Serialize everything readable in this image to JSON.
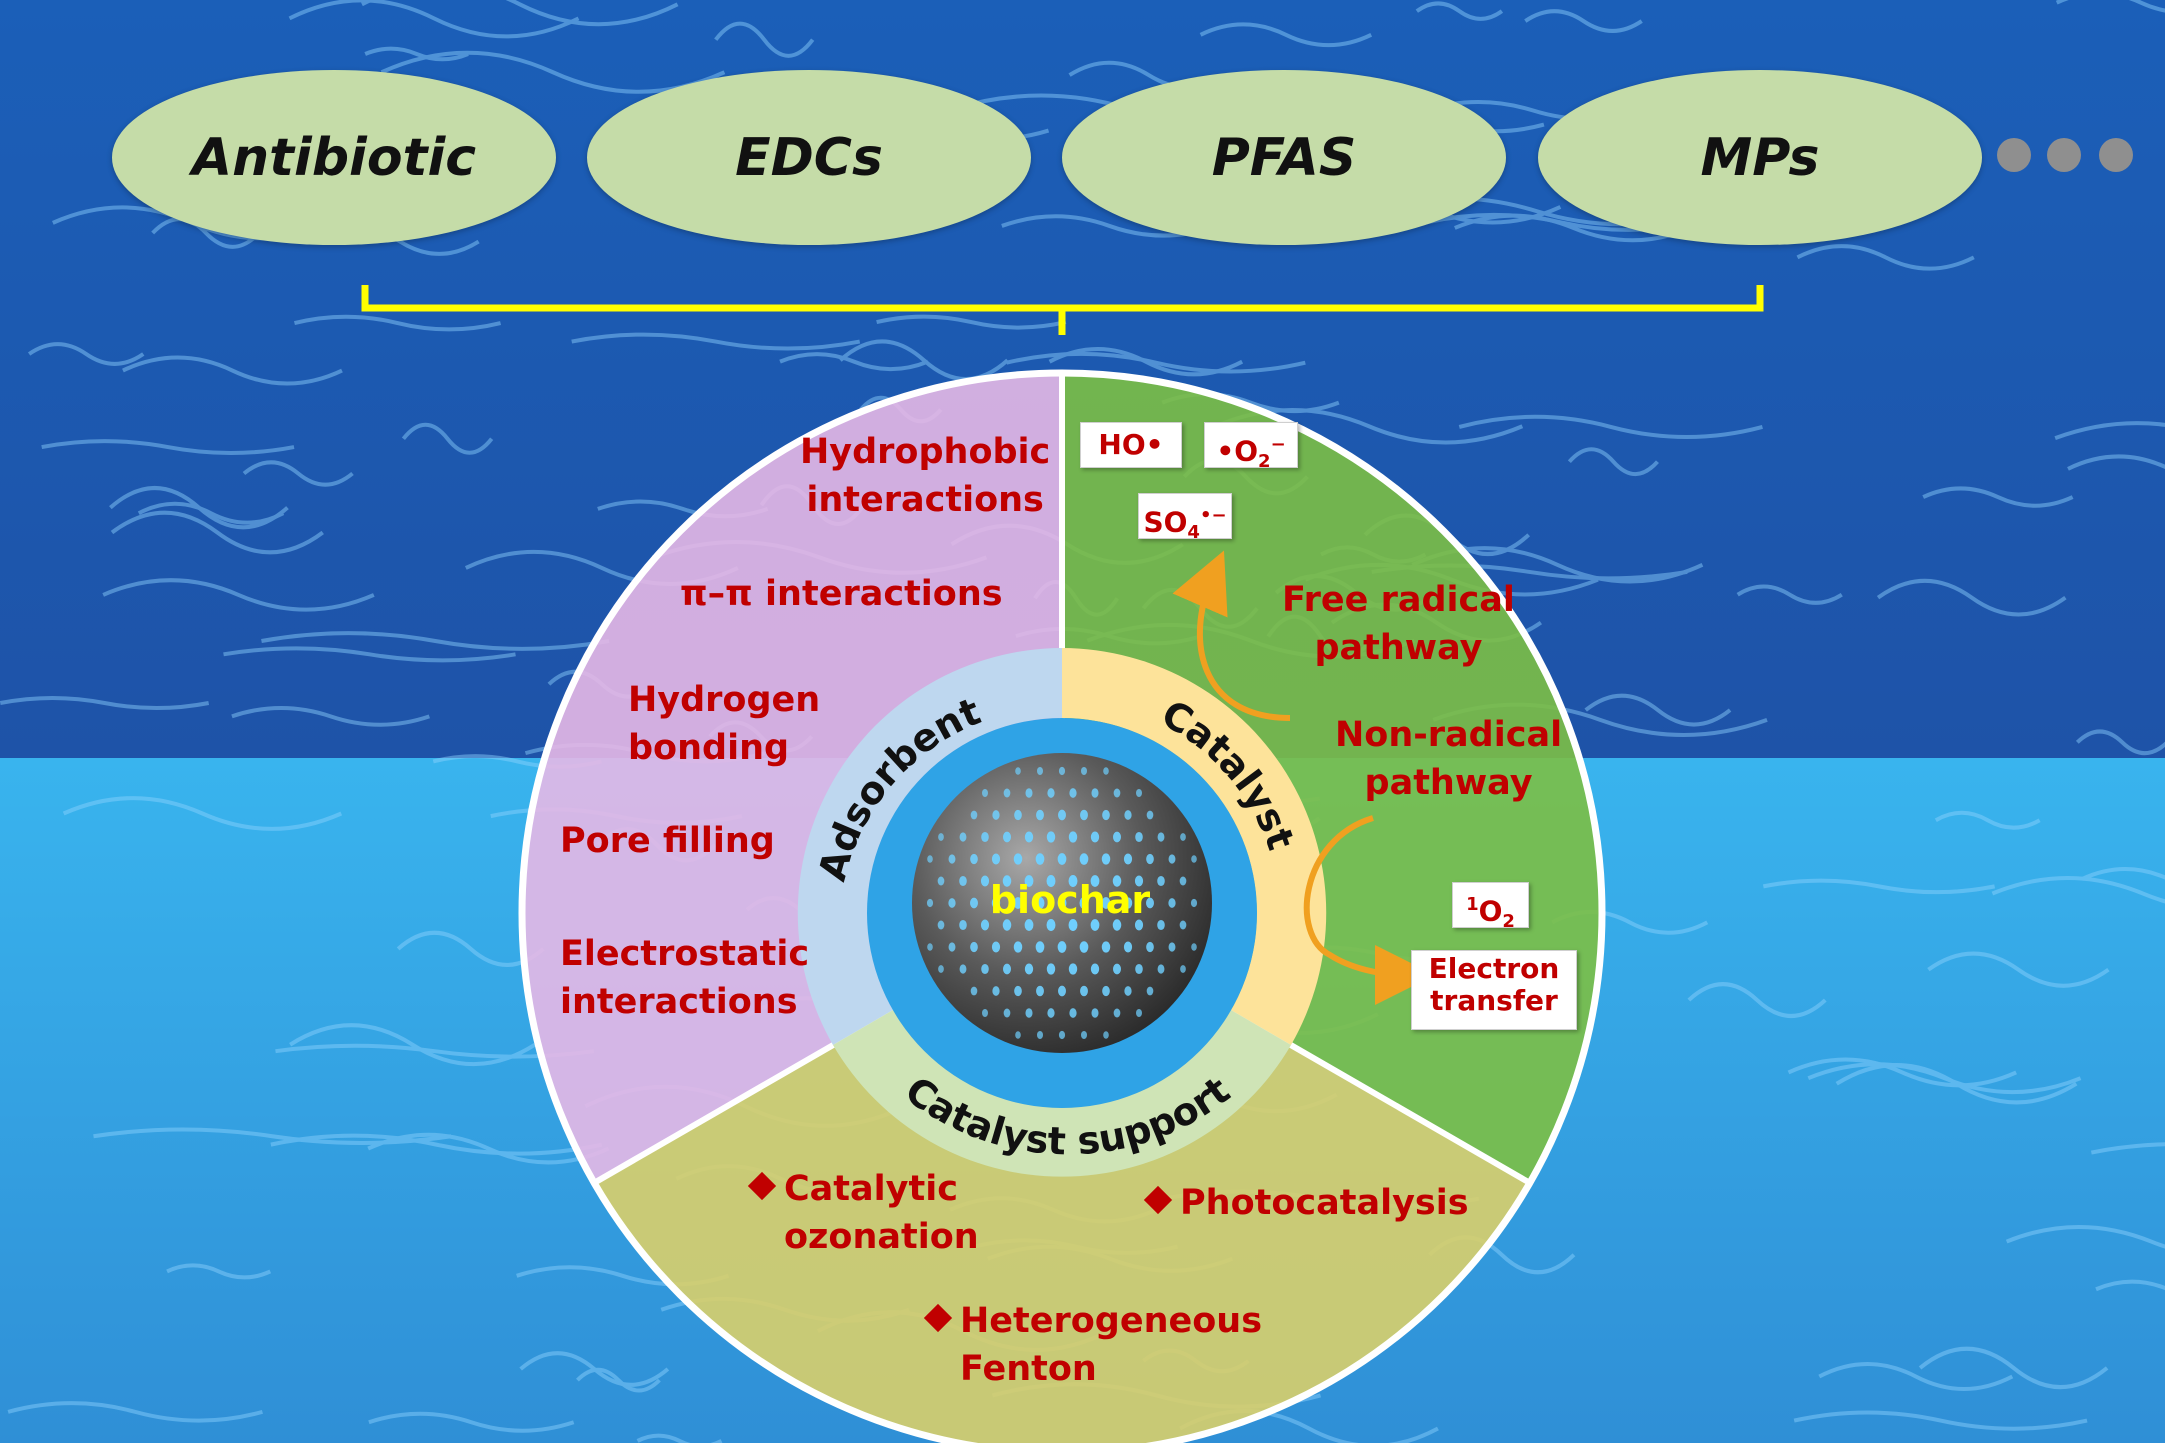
{
  "pollutants": [
    "Antibiotic",
    "EDCs",
    "PFAS",
    "MPs"
  ],
  "center": {
    "label": "biochar"
  },
  "inner_ring": {
    "adsorbent": "Adsorbent",
    "catalyst": "Catalyst",
    "catalyst_support": "Catalyst support"
  },
  "adsorbent_mechanisms": [
    "Hydrophobic\ninteractions",
    "π–π interactions",
    "Hydrogen\nbonding",
    "Pore filling",
    "Electrostatic\ninteractions"
  ],
  "catalyst": {
    "free_radical_pathway": "Free radical\npathway",
    "non_radical_pathway": "Non-radical\npathway",
    "species": {
      "ho": "HO•",
      "o2_base": "•O",
      "o2_sub": "2",
      "o2_sup": "−",
      "so4_base": "SO",
      "so4_sub": "4",
      "so4_sup": "•−",
      "singlet_sup": "1",
      "singlet_base": "O",
      "singlet_sub": "2",
      "electron_transfer": "Electron\ntransfer"
    }
  },
  "catalyst_support_applications": [
    "Catalytic\nozonation",
    "Photocatalysis",
    "Heterogeneous\nFenton"
  ],
  "colors": {
    "adsorbent_sector": "#e6b8e6",
    "catalyst_sector": "#7cbf45",
    "support_sector": "#d9cf6a",
    "inner_ring_adsorbent": "#bed7ef",
    "inner_ring_catalyst": "#fde39a",
    "inner_ring_support": "#cfe4b6",
    "text_red": "#c00000",
    "bracket": "#ffff00",
    "arrow": "#f0a020",
    "pill": "#c5dca8"
  }
}
